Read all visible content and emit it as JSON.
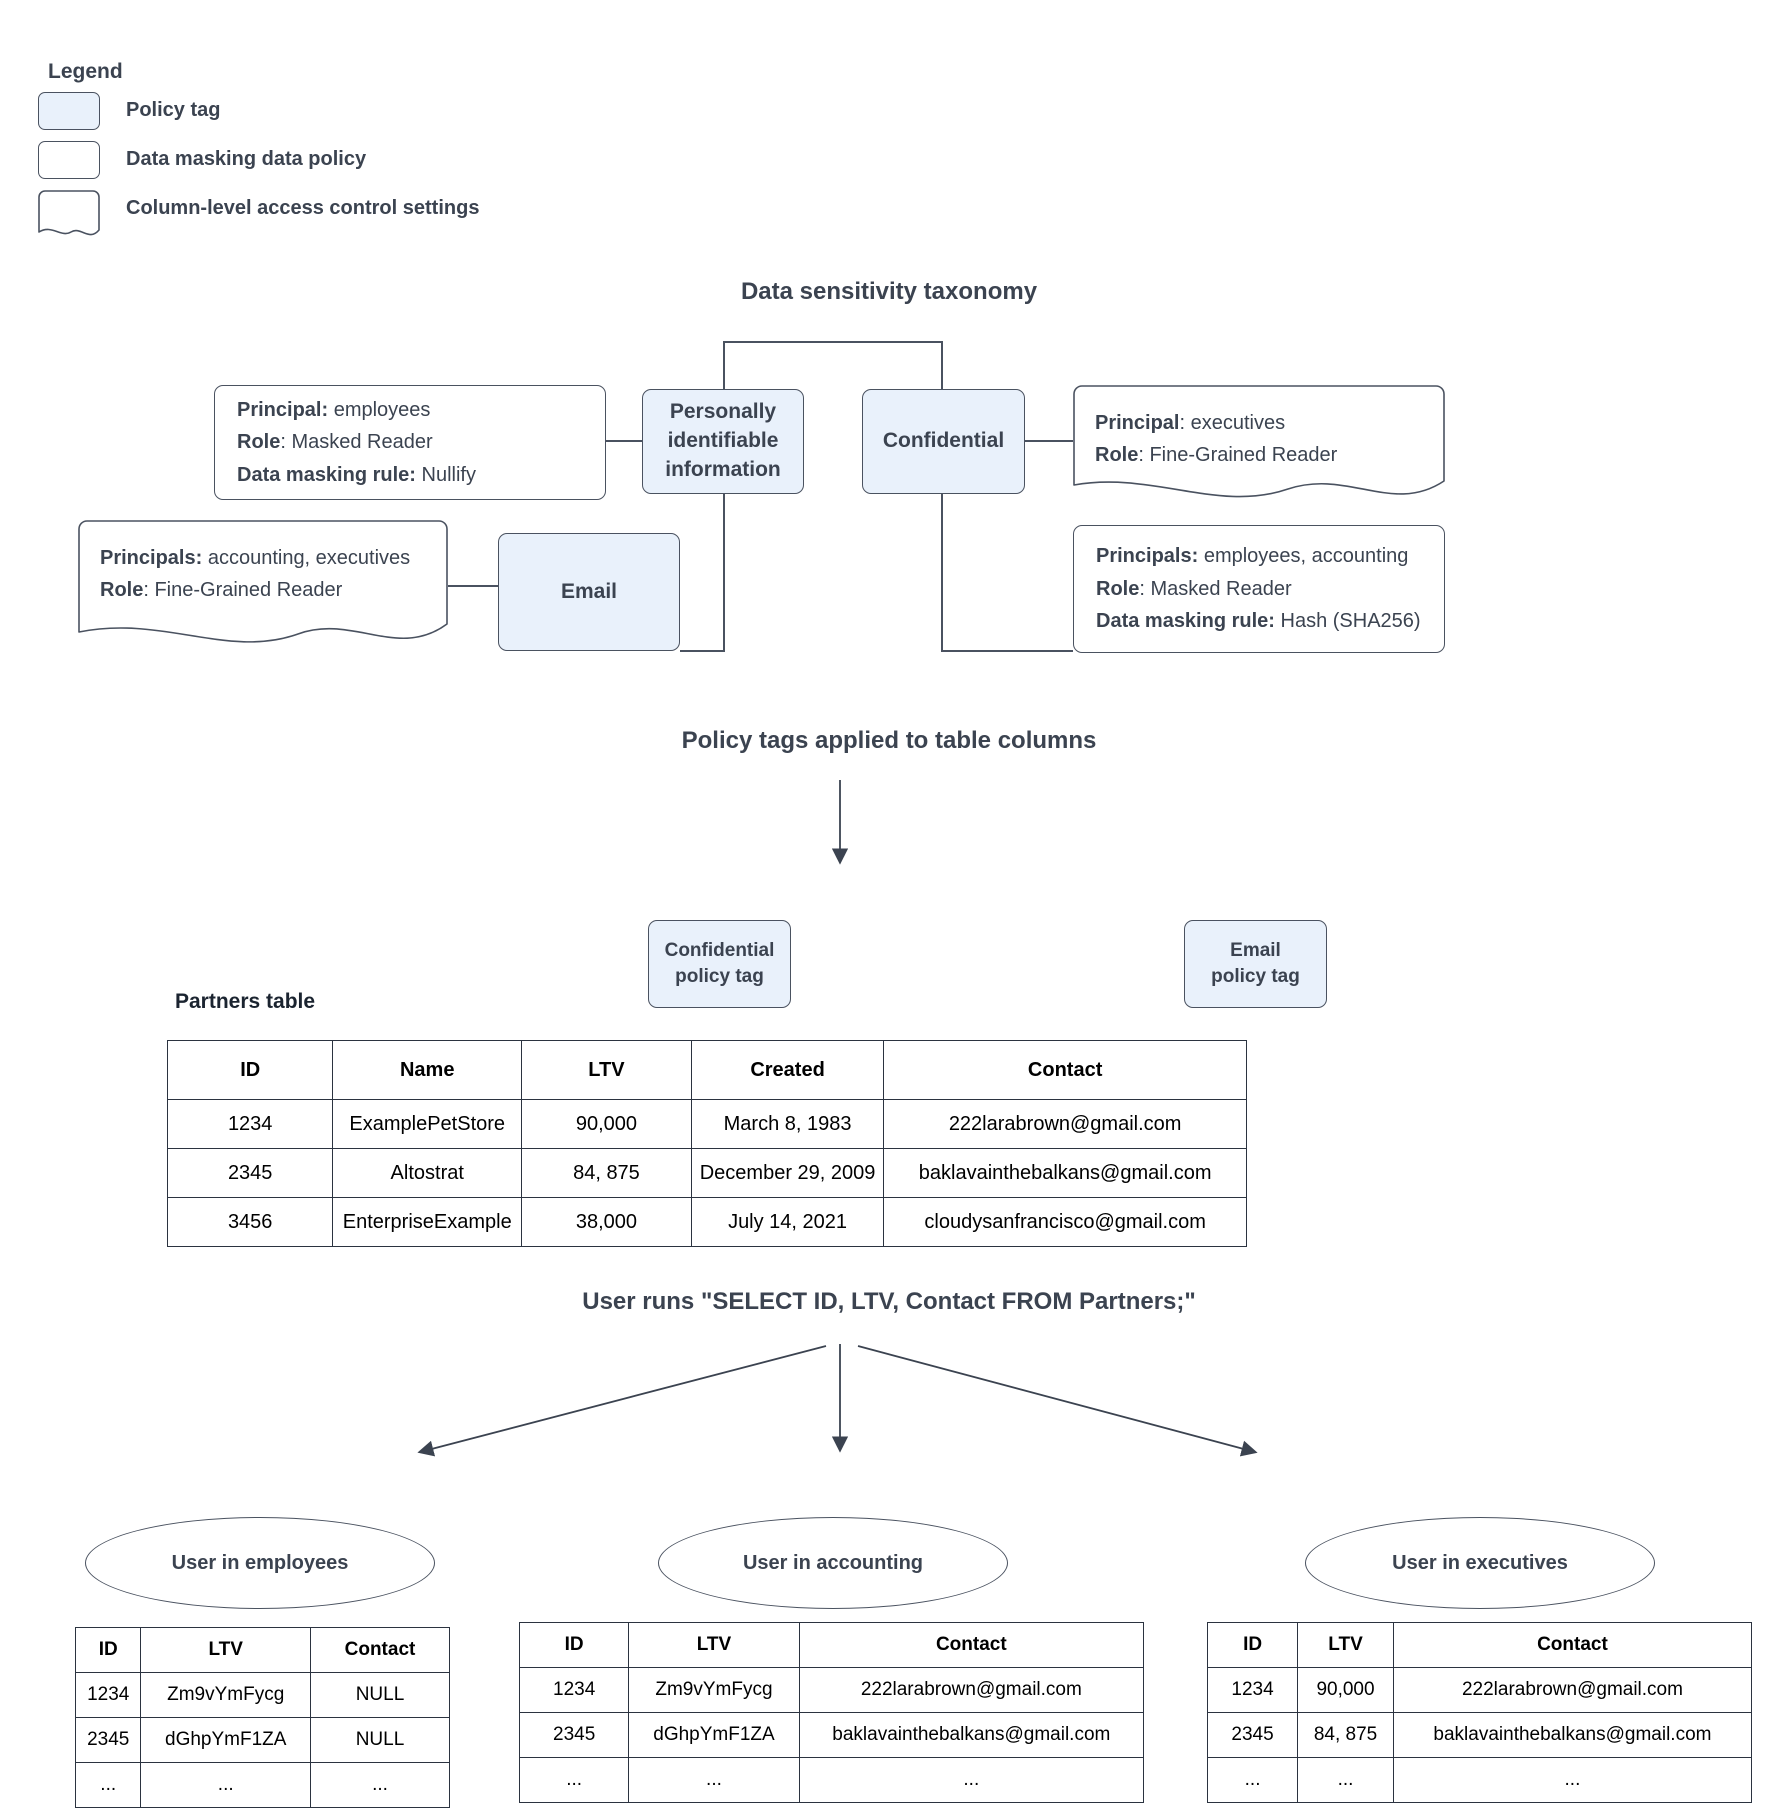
{
  "legend": {
    "title": "Legend",
    "items": [
      {
        "label": "Policy tag",
        "kind": "tag"
      },
      {
        "label": "Data masking data policy",
        "kind": "policy"
      },
      {
        "label": "Column-level access control settings",
        "kind": "wavy"
      }
    ]
  },
  "sections": {
    "taxonomy_title": "Data sensitivity taxonomy",
    "policy_tags_title": "Policy tags applied to table columns",
    "query_title": "User runs \"SELECT ID, LTV, Contact FROM Partners;\""
  },
  "taxonomy": {
    "nodes": {
      "pii": "Personally identifiable information",
      "confidential": "Confidential",
      "email": "Email"
    },
    "pii_masking_policy": {
      "l1_key": "Principal:",
      "l1_val": " employees",
      "l2_key": "Role",
      "l2_val": ": Masked Reader",
      "l3_key": "Data masking rule:",
      "l3_val": " Nullify"
    },
    "email_access_policy": {
      "l1_key": "Principals:",
      "l1_val": " accounting, executives",
      "l2_key": "Role",
      "l2_val": ": Fine-Grained Reader"
    },
    "confidential_access_policy": {
      "l1_key": "Principal",
      "l1_val": ": executives",
      "l2_key": "Role",
      "l2_val": ": Fine-Grained Reader"
    },
    "confidential_masking_policy": {
      "l1_key": "Principals:",
      "l1_val": " employees, accounting",
      "l2_key": "Role",
      "l2_val": ": Masked Reader",
      "l3_key": "Data masking rule:",
      "l3_val": " Hash (SHA256)"
    }
  },
  "partners": {
    "label": "Partners table",
    "tag_confidential": "Confidential\npolicy tag",
    "tag_confidential_l1": "Confidential",
    "tag_confidential_l2": "policy tag",
    "tag_email_l1": "Email",
    "tag_email_l2": "policy tag",
    "columns": [
      "ID",
      "Name",
      "LTV",
      "Created",
      "Contact"
    ],
    "rows": [
      [
        "1234",
        "ExamplePetStore",
        "90,000",
        "March 8, 1983",
        "222larabrown@gmail.com"
      ],
      [
        "2345",
        "Altostrat",
        "84, 875",
        "December 29, 2009",
        "baklavainthebalkans@gmail.com"
      ],
      [
        "3456",
        "EnterpriseExample",
        "38,000",
        "July 14, 2021",
        "cloudysanfrancisco@gmail.com"
      ]
    ]
  },
  "results": [
    {
      "actor": "User in employees",
      "columns": [
        "ID",
        "LTV",
        "Contact"
      ],
      "rows": [
        [
          "1234",
          "Zm9vYmFycg",
          "NULL"
        ],
        [
          "2345",
          "dGhpYmF1ZA",
          "NULL"
        ],
        [
          "...",
          "...",
          "..."
        ]
      ]
    },
    {
      "actor": "User in accounting",
      "columns": [
        "ID",
        "LTV",
        "Contact"
      ],
      "rows": [
        [
          "1234",
          "Zm9vYmFycg",
          "222larabrown@gmail.com"
        ],
        [
          "2345",
          "dGhpYmF1ZA",
          "baklavainthebalkans@gmail.com"
        ],
        [
          "...",
          "...",
          "..."
        ]
      ]
    },
    {
      "actor": "User in executives",
      "columns": [
        "ID",
        "LTV",
        "Contact"
      ],
      "rows": [
        [
          "1234",
          "90,000",
          "222larabrown@gmail.com"
        ],
        [
          "2345",
          "84, 875",
          "baklavainthebalkans@gmail.com"
        ],
        [
          "...",
          "...",
          "..."
        ]
      ]
    }
  ],
  "colors": {
    "tag_fill": "#e9f1fb",
    "stroke": "#4a5260",
    "text": "#3b4350",
    "table_stroke": "#2b3340"
  }
}
